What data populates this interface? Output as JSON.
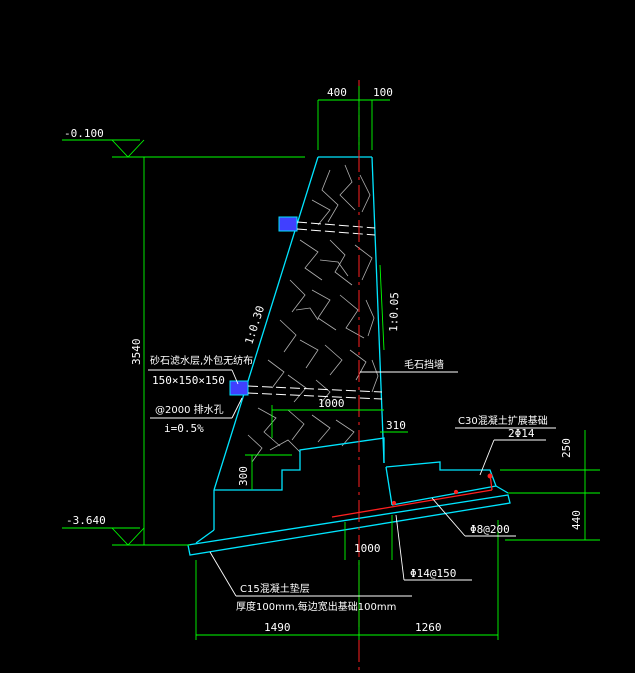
{
  "colors": {
    "background": "#000000",
    "wall_outline": "#00e5ff",
    "dimension": "#00ff00",
    "rock_pattern": "#b0b0b0",
    "centerline": "#ff2020",
    "rebar": "#ff2020",
    "text": "#ffffff",
    "drain_fill": "#4040ff"
  },
  "dimensions": {
    "top_width_left": "400",
    "top_width_right": "100",
    "wall_height": "3540",
    "slope_back": "1:0.30",
    "slope_front": "1:0.05",
    "bench_width": "1000",
    "step_height": "300",
    "toe_width": "310",
    "footing_top_height": "250",
    "footing_thickness": "440",
    "bottom_bench_width": "1000",
    "base_left": "1490",
    "base_right": "1260"
  },
  "elevations": {
    "top": "-0.100",
    "bottom": "-3.640"
  },
  "labels": {
    "drain_layer_line1": "砂石滤水层,外包无纺布",
    "drain_layer_line2": "150×150×150",
    "drain_hole_line1": "@2000 排水孔",
    "drain_hole_line2": "i=0.5%",
    "wall_material": "毛石挡墙",
    "footing_material": "C30混凝土扩展基础",
    "rebar_top": "2Φ14",
    "rebar_stirrup": "Φ8@200",
    "rebar_main": "Φ14@150",
    "cushion_line1": "C15混凝土垫层",
    "cushion_line2": "厚度100mm,每边宽出基础100mm"
  }
}
